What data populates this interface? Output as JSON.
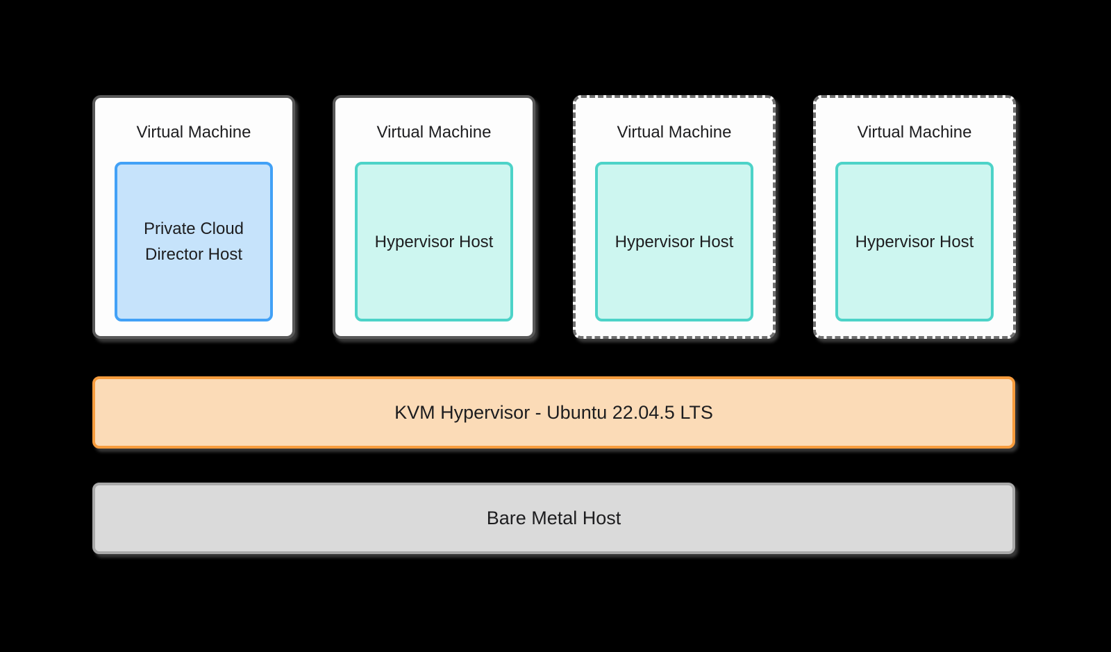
{
  "diagram": {
    "background_color": "#000000",
    "text_color": "#1d1d1f"
  },
  "vm_boxes": [
    {
      "title": "Virtual Machine",
      "host_label": "Private Cloud Director Host",
      "border_style": "solid",
      "inner_variant": "blue",
      "inner_fill": "#c6e3fb",
      "inner_border": "#42a1f6"
    },
    {
      "title": "Virtual Machine",
      "host_label": "Hypervisor Host",
      "border_style": "solid",
      "inner_variant": "teal",
      "inner_fill": "#cdf6f0",
      "inner_border": "#4dd3c8"
    },
    {
      "title": "Virtual Machine",
      "host_label": "Hypervisor Host",
      "border_style": "dashed",
      "inner_variant": "teal",
      "inner_fill": "#cdf6f0",
      "inner_border": "#4dd3c8"
    },
    {
      "title": "Virtual Machine",
      "host_label": "Hypervisor Host",
      "border_style": "dashed",
      "inner_variant": "teal",
      "inner_fill": "#cdf6f0",
      "inner_border": "#4dd3c8"
    }
  ],
  "layers": [
    {
      "label": "KVM Hypervisor - Ubuntu 22.04.5 LTS",
      "variant": "orange",
      "fill": "#fbdbb7",
      "border": "#f79c3d"
    },
    {
      "label": "Bare Metal Host",
      "variant": "gray",
      "fill": "#dadada",
      "border": "#a9a9a9"
    }
  ]
}
